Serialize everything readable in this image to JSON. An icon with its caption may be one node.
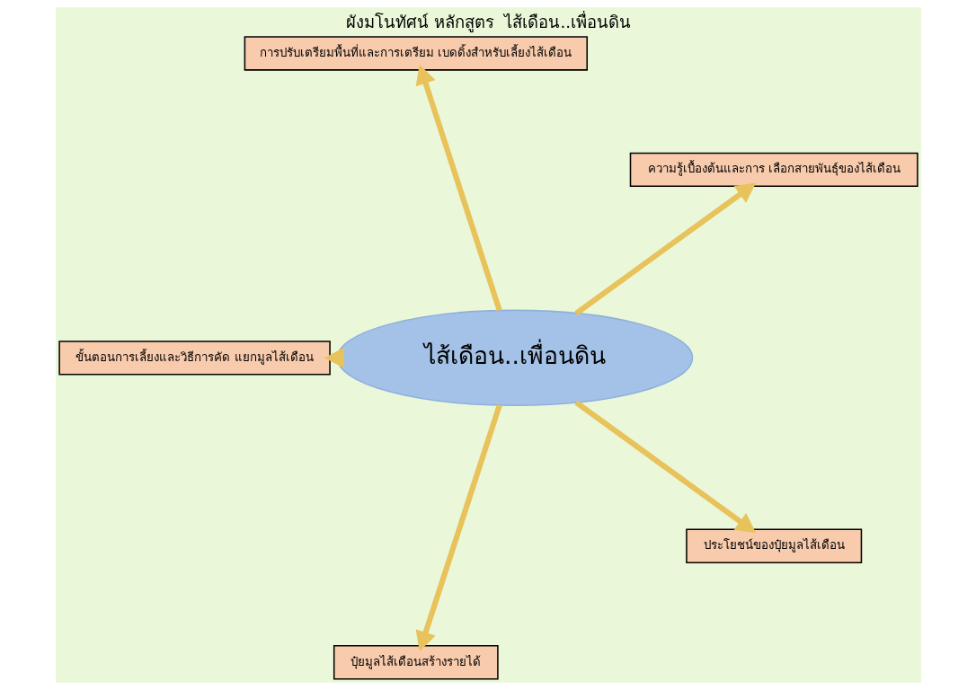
{
  "diagram": {
    "title": "ผังมโนทัศน์ หลักสูตร  ไส้เดือน..เพื่อนดิน",
    "nodes": [
      {
        "text": [
          "ไส้เดือน..เพื่อนดิน"
        ]
      },
      {
        "text": [
          "ความรู้เบื้องต้นและการ เลือกสายพันธุ์ของไส้เดือน"
        ]
      },
      {
        "text": [
          "การปรับเตรียมพื้นที่และการเตรียม เบดดิ้งสำหรับเลี้ยงไส้เดือน"
        ]
      },
      {
        "text": [
          "ขั้นตอนการเลี้ยงและวิธีการคัด แยกมูลไส้เดือน"
        ]
      },
      {
        "text": [
          "ปุ๋ยมูลไส้เดือนสร้างรายได้"
        ]
      },
      {
        "text": [
          "ประโยชน์ของปุ๋ยมูลไส้เดือน"
        ]
      }
    ],
    "edges": [
      {
        "from": 0,
        "to": 1,
        "arrow": "to"
      },
      {
        "from": 0,
        "to": 2,
        "arrow": "to"
      },
      {
        "from": 0,
        "to": 3,
        "arrow": "to"
      },
      {
        "from": 0,
        "to": 4,
        "arrow": "to"
      },
      {
        "from": 0,
        "to": 5,
        "arrow": "to"
      }
    ]
  }
}
